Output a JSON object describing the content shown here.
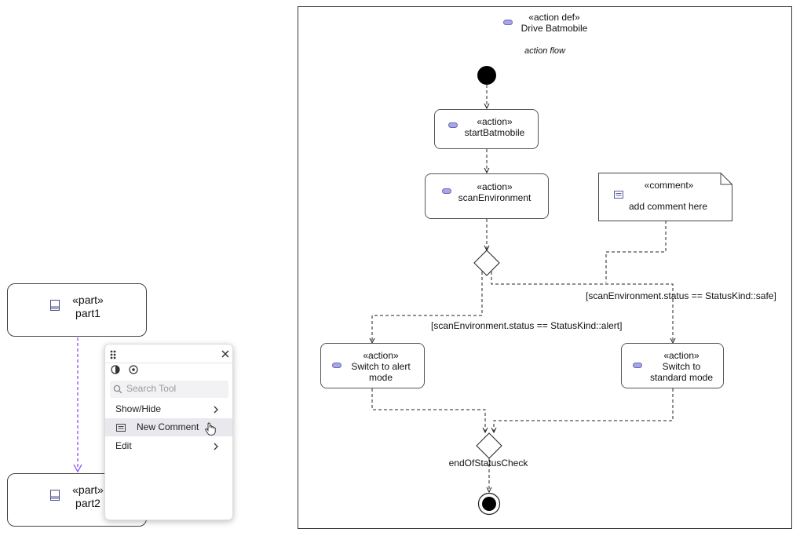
{
  "left_diagram": {
    "part1": {
      "stereotype": "«part»",
      "name": "part1"
    },
    "part2": {
      "stereotype": "«part»",
      "name": "part2"
    }
  },
  "palette": {
    "search_placeholder": "Search Tool",
    "items": [
      {
        "label": "Show/Hide"
      },
      {
        "label": "New Comment"
      },
      {
        "label": "Edit"
      }
    ]
  },
  "action_def": {
    "stereotype": "«action def»",
    "name": "Drive Batmobile",
    "compartment": "action flow",
    "actions": [
      {
        "stereotype": "«action»",
        "name": "startBatmobile"
      },
      {
        "stereotype": "«action»",
        "name": "scanEnvironment"
      },
      {
        "stereotype": "«action»",
        "name_line1": "Switch to alert",
        "name_line2": "mode"
      },
      {
        "stereotype": "«action»",
        "name_line1": "Switch to",
        "name_line2": "standard mode"
      }
    ],
    "comment": {
      "stereotype": "«comment»",
      "text": "add comment here"
    },
    "guards": {
      "safe": "[scanEnvironment.status == StatusKind::safe]",
      "alert": "[scanEnvironment.status == StatusKind::alert]"
    },
    "merge_label": "endOfStatusCheck"
  },
  "colors": {
    "accent": "#8a3ffc",
    "pill": "#a9a6e8"
  }
}
